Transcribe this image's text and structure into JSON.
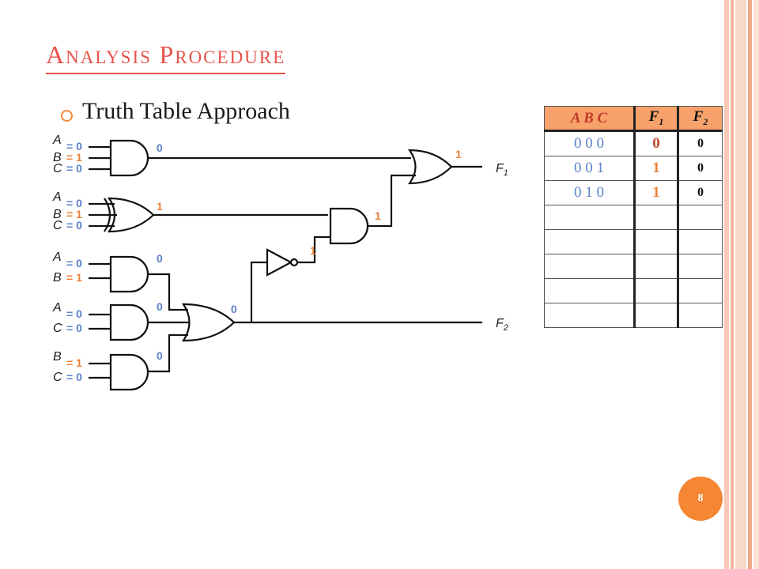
{
  "slide": {
    "title": "Analysis Procedure",
    "bullet": "Truth Table Approach",
    "page_number": "8"
  },
  "colors": {
    "title": "#e8524a",
    "blue_value": "#5b80c8",
    "orange_value": "#e8823a",
    "table_header_bg": "#f8a26b",
    "page_badge": "#f58634"
  },
  "circuit": {
    "input_groups": [
      {
        "inputs": [
          {
            "name": "A",
            "value": "= 0",
            "color": "#5b80c8"
          },
          {
            "name": "B",
            "value": "= 1",
            "color": "#e8823a"
          },
          {
            "name": "C",
            "value": "= 0",
            "color": "#5b80c8"
          }
        ]
      },
      {
        "inputs": [
          {
            "name": "A",
            "value": "= 0",
            "color": "#5b80c8"
          },
          {
            "name": "B",
            "value": "= 1",
            "color": "#e8823a"
          },
          {
            "name": "C",
            "value": "= 0",
            "color": "#5b80c8"
          }
        ]
      },
      {
        "inputs": [
          {
            "name": "A",
            "value": "= 0",
            "color": "#5b80c8"
          },
          {
            "name": "B",
            "value": "= 1",
            "color": "#e8823a"
          }
        ]
      },
      {
        "inputs": [
          {
            "name": "A",
            "value": "= 0",
            "color": "#5b80c8"
          },
          {
            "name": "C",
            "value": "= 0",
            "color": "#5b80c8"
          }
        ]
      },
      {
        "inputs": [
          {
            "name": "B",
            "value": "= 1",
            "color": "#e8823a"
          },
          {
            "name": "C",
            "value": "= 0",
            "color": "#5b80c8"
          }
        ]
      }
    ],
    "wire_values": {
      "and3_out": "0",
      "or3_out": "1",
      "and_ab_out": "0",
      "and_ac_out": "0",
      "and_bc_out": "0",
      "or_f2_out": "0",
      "not_out": "1",
      "and2_out": "1",
      "or_f1_out": "1"
    },
    "outputs": {
      "f1": {
        "letter": "F",
        "sub": "1"
      },
      "f2": {
        "letter": "F",
        "sub": "2"
      }
    }
  },
  "truth_table": {
    "header": {
      "abc": "A  B  C",
      "f1": "F",
      "f1_sub": "1",
      "f2": "F",
      "f2_sub": "2"
    },
    "rows": [
      {
        "abc": "0  0  0",
        "f1": "0",
        "f2": "0"
      },
      {
        "abc": "0  0  1",
        "f1": "1",
        "f2": "0"
      },
      {
        "abc": "0  1  0",
        "f1": "1",
        "f2": "0"
      },
      {
        "abc": "",
        "f1": "",
        "f2": ""
      },
      {
        "abc": "",
        "f1": "",
        "f2": ""
      },
      {
        "abc": "",
        "f1": "",
        "f2": ""
      },
      {
        "abc": "",
        "f1": "",
        "f2": ""
      },
      {
        "abc": "",
        "f1": "",
        "f2": ""
      }
    ]
  }
}
